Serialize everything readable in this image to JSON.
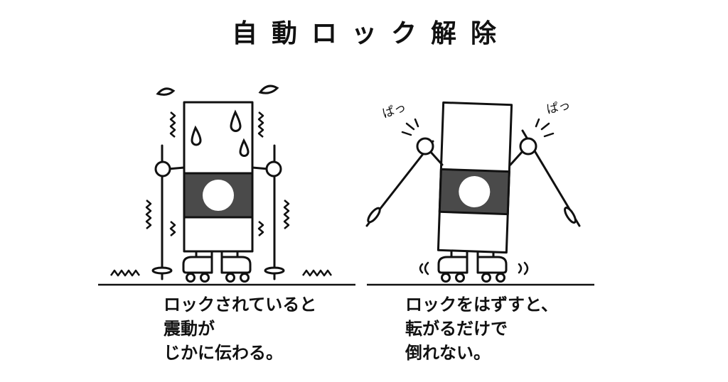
{
  "title": "自動ロック解除",
  "panels": [
    {
      "caption_lines": [
        "ロックされていると",
        "震動が",
        "じかに伝わる。"
      ]
    },
    {
      "caption_lines": [
        "ロックをはずすと、",
        "転がるだけで",
        "倒れない。"
      ],
      "sound_effects": [
        "ぱっ",
        "ぱっ"
      ]
    }
  ],
  "colors": {
    "ink": "#111111",
    "band": "#4a4a4a"
  }
}
